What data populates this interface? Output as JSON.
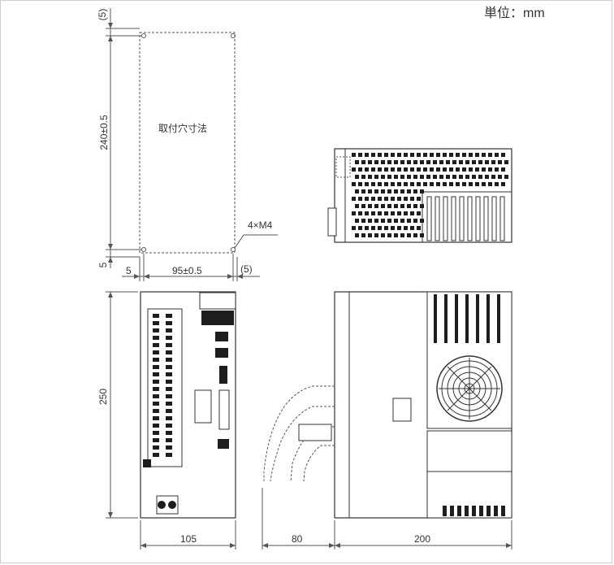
{
  "unit_label": "単位：mm",
  "mounting_view": {
    "hole_label": "取付穴寸法",
    "screw_label": "4×M4",
    "dim_top_clearance": "(5)",
    "dim_height": "240±0.5",
    "dim_bottom_margin": "5",
    "dim_left_margin": "5",
    "dim_width": "95±0.5",
    "dim_right_clearance": "(5)"
  },
  "front_view": {
    "dim_height": "250",
    "dim_width": "105"
  },
  "side_view": {
    "dim_cable_space": "80",
    "dim_depth": "200"
  },
  "colors": {
    "line": "#333333",
    "dim_line": "#555555",
    "dashed": "#555555",
    "device_fill": "#ffffff",
    "dark": "#1e1e1e"
  }
}
